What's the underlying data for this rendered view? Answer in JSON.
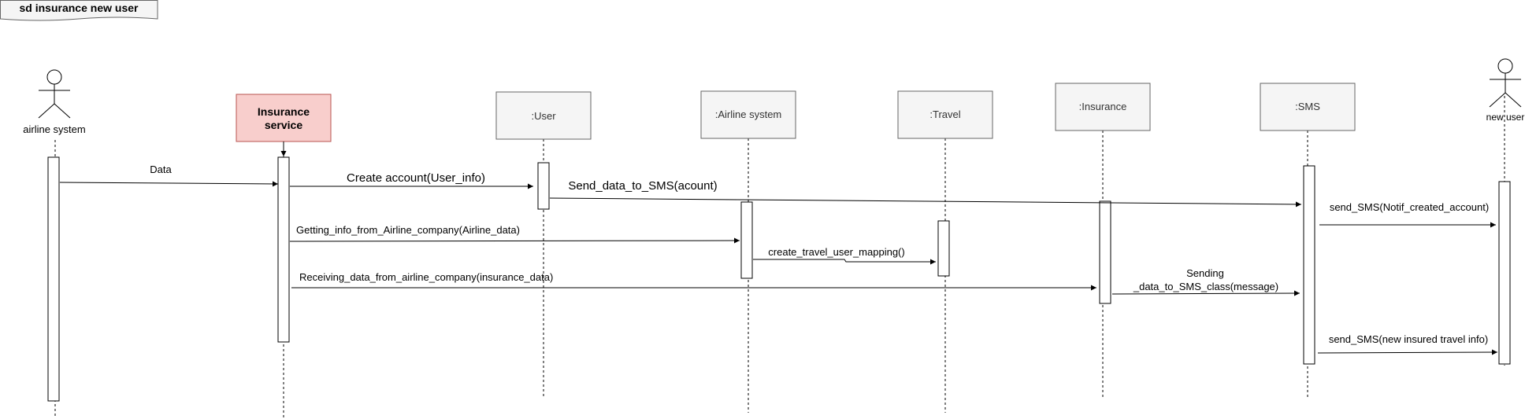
{
  "frame": {
    "title": "sd insurance new user"
  },
  "actors": {
    "airline_system": "airline system",
    "new_user": "new user"
  },
  "objects": {
    "insurance_service": [
      "Insurance",
      "service"
    ],
    "user": ":User",
    "airline_system": ":Airline system",
    "travel": ":Travel",
    "insurance": ":Insurance",
    "sms": ":SMS"
  },
  "messages": {
    "data": "Data",
    "create_account": "Create account(User_info)",
    "send_data_to_sms": "Send_data_to_SMS(acount)",
    "send_sms_notif": "send_SMS(Notif_created_account)",
    "getting_info": "Getting_info_from_Airline_company(Airline_data)",
    "create_mapping": "create_travel_user_mapping()",
    "receiving_data": "Receiving_data_from_airline_company(insurance_data)",
    "sending_line1": "Sending",
    "sending_line2": "_data_to_SMS_class(message)",
    "send_sms_travel": "send_SMS(new insured travel info)"
  },
  "colors": {
    "object_fill": "#f5f5f5",
    "object_stroke": "#666666",
    "highlight_fill": "#f8cecc",
    "highlight_stroke": "#b85450",
    "frame_fill": "#f5f5f5"
  }
}
